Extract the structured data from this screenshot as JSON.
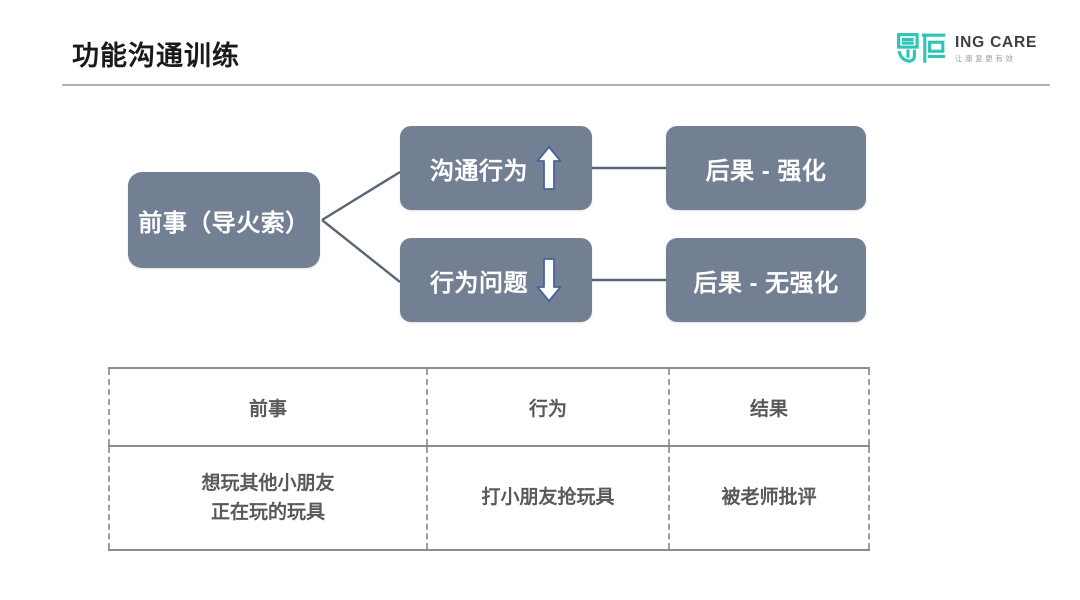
{
  "header": {
    "title": "功能沟通训练",
    "rule_color": "#b0b2b6"
  },
  "logo": {
    "mark_text": "恩启",
    "mark_color": "#2ec4b6",
    "brand_name": "ING CARE",
    "tagline": "让康复更有效"
  },
  "diagram": {
    "box_color": "#737f93",
    "arrow_outline_color": "#4a63a0",
    "arrow_fill_color": "#ffffff",
    "connector_color": "#5b6578",
    "boxes": [
      {
        "id": "antecedent",
        "label": "前事（导火索）",
        "arrow": "none"
      },
      {
        "id": "communication",
        "label": "沟通行为",
        "arrow": "up"
      },
      {
        "id": "problem",
        "label": "行为问题",
        "arrow": "down"
      },
      {
        "id": "reinforce",
        "label": "后果 - 强化",
        "arrow": "none"
      },
      {
        "id": "no_reinforce",
        "label": "后果 - 无强化",
        "arrow": "none"
      }
    ]
  },
  "table": {
    "headers": [
      "前事",
      "行为",
      "结果"
    ],
    "rows": [
      {
        "antecedent_line1": "想玩其他小朋友",
        "antecedent_line2": "正在玩的玩具",
        "behavior": "打小朋友抢玩具",
        "consequence": "被老师批评"
      }
    ]
  }
}
